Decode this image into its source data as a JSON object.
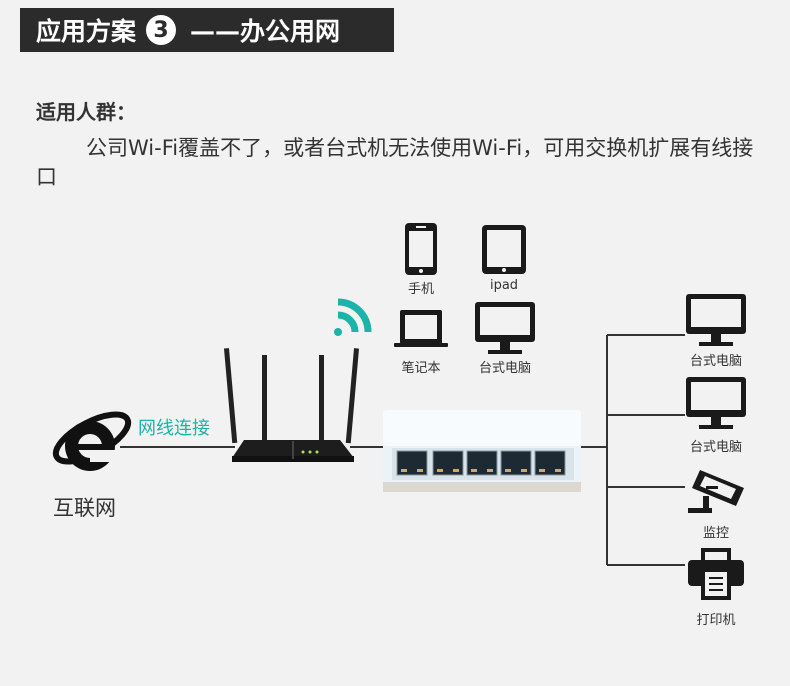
{
  "header": {
    "title": "应用方案",
    "number": "3",
    "subtitle": "——办公用网"
  },
  "section": {
    "heading": "适用人群：",
    "description": "公司Wi-Fi覆盖不了，或者台式机无法使用Wi-Fi，可用交换机扩展有线接口"
  },
  "diagram": {
    "internet_label": "互联网",
    "connection_label": "网线连接",
    "wireless_devices": [
      {
        "icon": "phone-icon",
        "label": "手机"
      },
      {
        "icon": "tablet-icon",
        "label": "ipad"
      },
      {
        "icon": "laptop-icon",
        "label": "笔记本"
      },
      {
        "icon": "monitor-icon",
        "label": "台式电脑"
      }
    ],
    "wired_devices": [
      {
        "icon": "monitor-icon",
        "label": "台式电脑"
      },
      {
        "icon": "monitor-icon",
        "label": "台式电脑"
      },
      {
        "icon": "camera-icon",
        "label": "监控"
      },
      {
        "icon": "printer-icon",
        "label": "打印机"
      }
    ],
    "colors": {
      "accent": "#1bb4a8",
      "line": "#333333",
      "header_bg": "#2b2b2b"
    }
  }
}
